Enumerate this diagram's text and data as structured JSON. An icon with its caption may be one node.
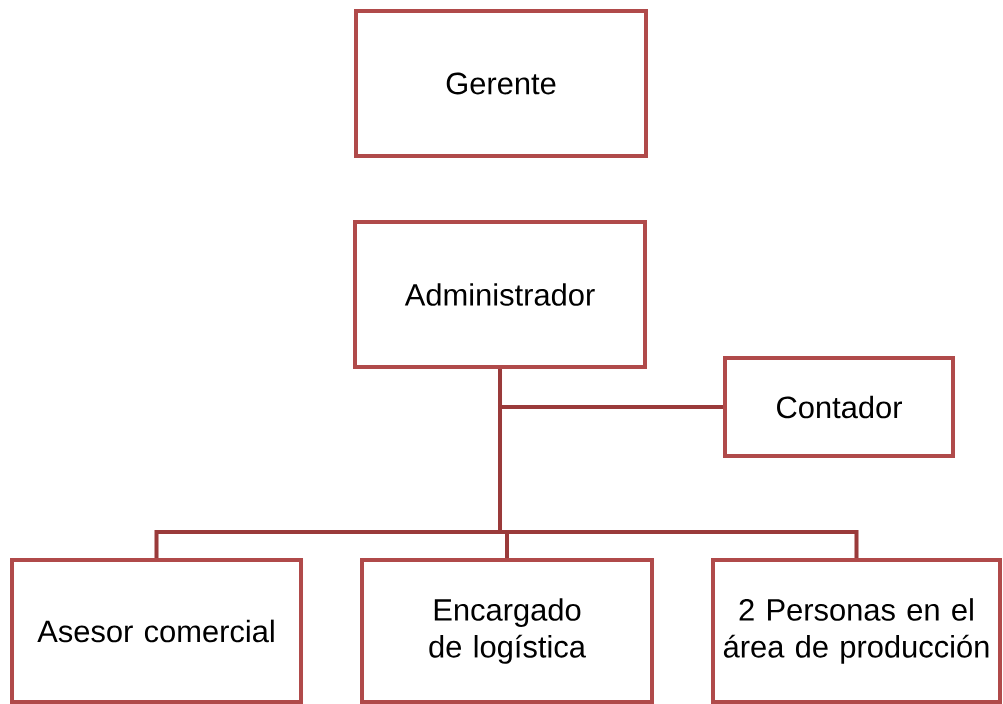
{
  "diagram": {
    "nodes": [
      {
        "text": [
          "Gerente"
        ]
      },
      {
        "text": [
          "Administrador"
        ]
      },
      {
        "text": [
          "Contador"
        ]
      },
      {
        "text": [
          "Asesor comercial"
        ]
      },
      {
        "text": [
          "Encargado de logística"
        ]
      },
      {
        "text": [
          "2 Personas en el área de producción"
        ]
      }
    ],
    "edges": [
      {
        "from": 1,
        "to": 2,
        "arrow": "none"
      },
      {
        "from": 1,
        "to": 3,
        "arrow": "none"
      },
      {
        "from": 1,
        "to": 4,
        "arrow": "none"
      },
      {
        "from": 1,
        "to": 5,
        "arrow": "none"
      }
    ]
  }
}
